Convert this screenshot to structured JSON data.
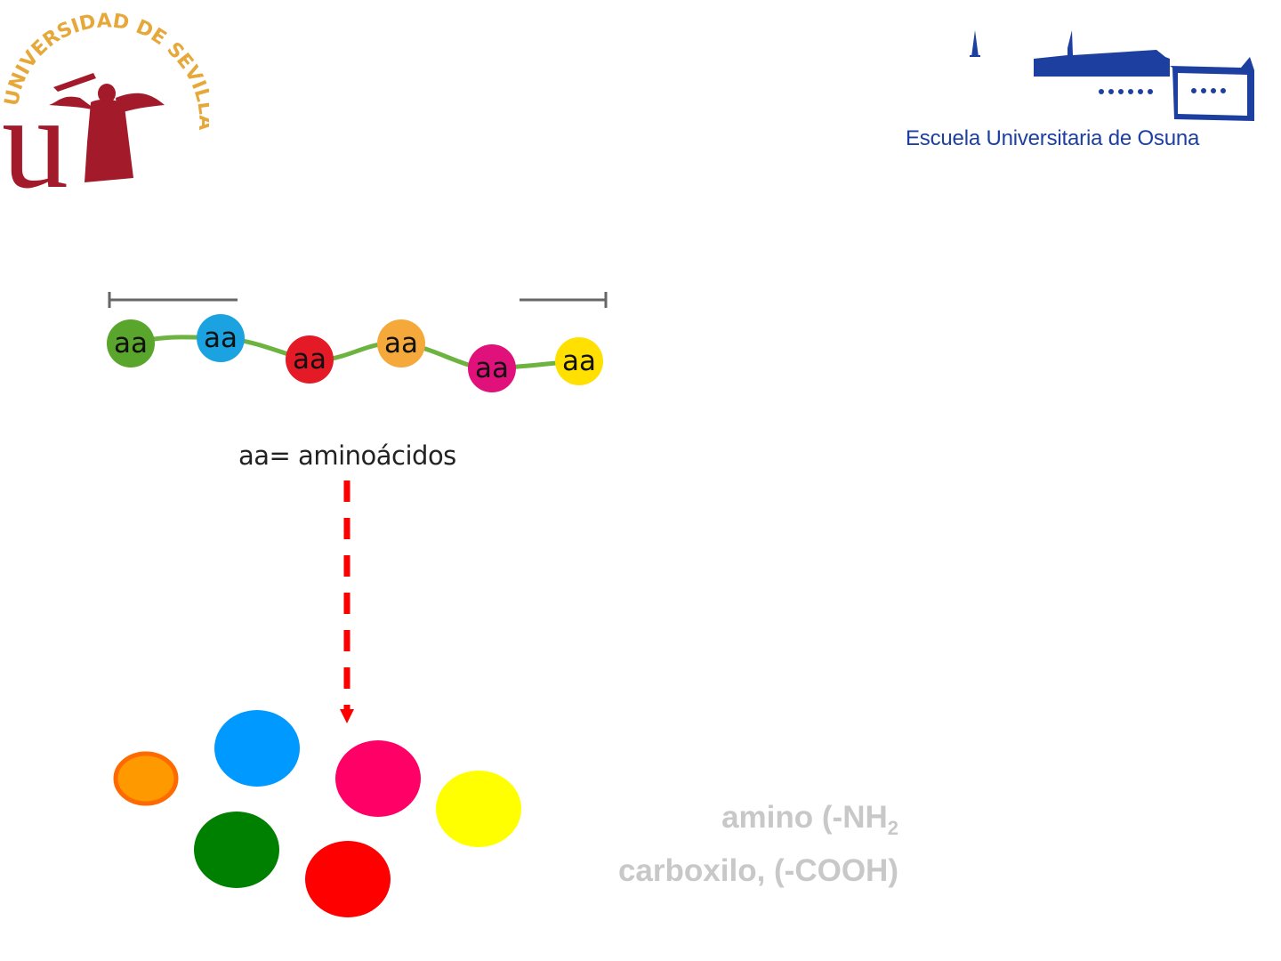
{
  "logos": {
    "left": {
      "name": "Universidad de Sevilla",
      "ring_text": "UNIVERSIDAD DE SEVILLA",
      "letter": "u",
      "colors": {
        "ring": "#e6a83a",
        "emblem": "#a31b2b"
      }
    },
    "right": {
      "name": "Escuela Universitaria de Osuna",
      "text": "Escuela Universitaria de Osuna",
      "color": "#1c3fa0"
    }
  },
  "chain": {
    "bead_label": "aa",
    "link_color": "#6db33f",
    "beads": [
      {
        "label": "aa",
        "color": "#5aa52c"
      },
      {
        "label": "aa",
        "color": "#1aa3e0"
      },
      {
        "label": "aa",
        "color": "#e41b26"
      },
      {
        "label": "aa",
        "color": "#f5a93a"
      },
      {
        "label": "aa",
        "color": "#e0117a"
      },
      {
        "label": "aa",
        "color": "#ffe000"
      }
    ]
  },
  "legend": {
    "text": "aa= aminoácidos"
  },
  "arrow": {
    "color": "#ff0000"
  },
  "free_amino_acids": [
    {
      "name": "orange",
      "color": "#ff9900",
      "stroke": "#ff6a00"
    },
    {
      "name": "blue",
      "color": "#0099ff"
    },
    {
      "name": "pink",
      "color": "#ff0066"
    },
    {
      "name": "yellow",
      "color": "#ffff00"
    },
    {
      "name": "green",
      "color": "#008000"
    },
    {
      "name": "red",
      "color": "#ff0000"
    }
  ],
  "groups": {
    "amino": "amino (-NH",
    "amino_sub": "2",
    "carboxyl": "carboxilo, (-COOH)",
    "color": "#c8c8c8"
  }
}
